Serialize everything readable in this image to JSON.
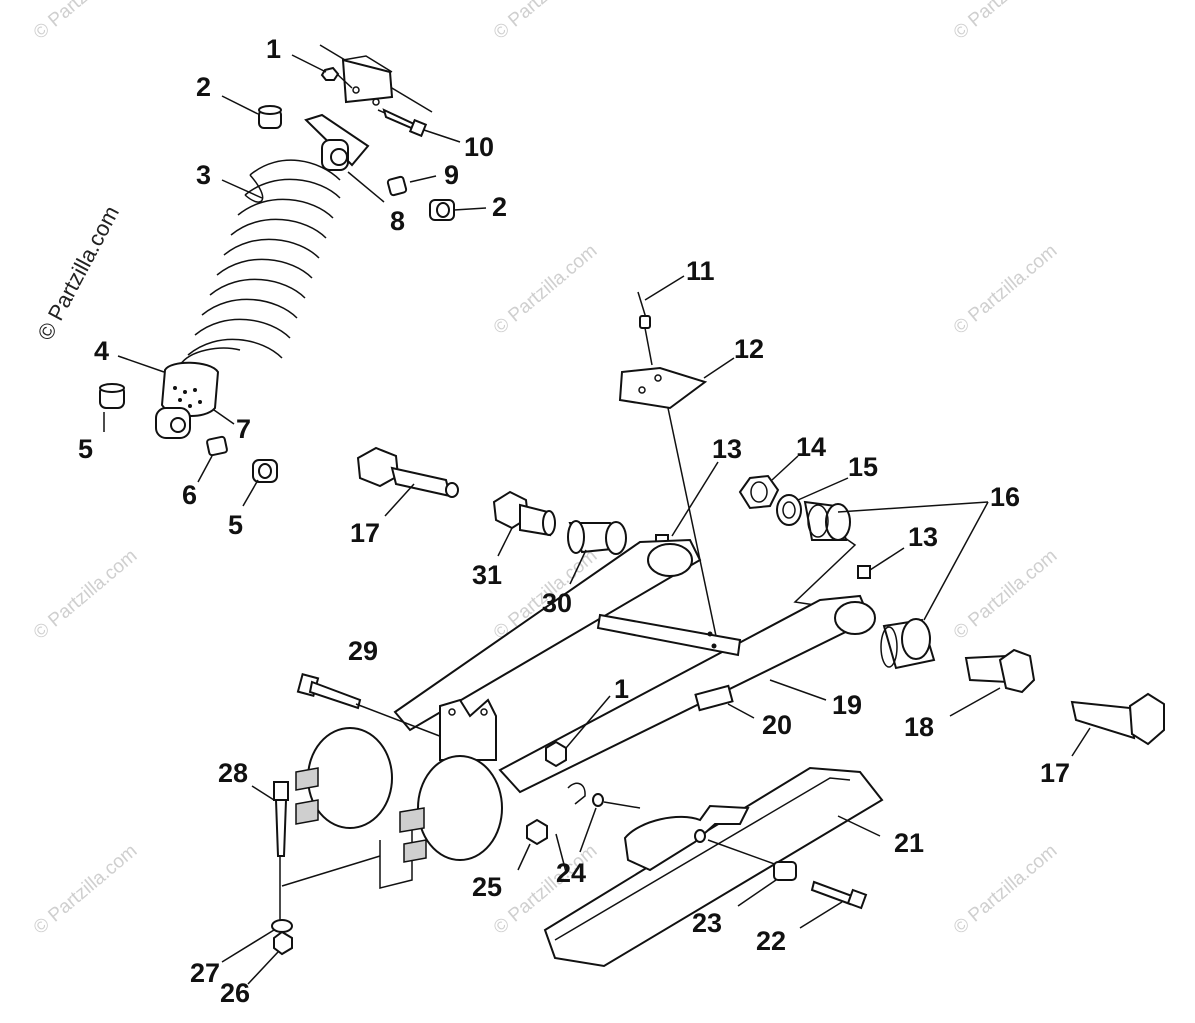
{
  "watermark": {
    "main": "© Partzilla.com",
    "faint": "© Partzilla.com"
  },
  "callouts": [
    {
      "id": "c1a",
      "label": "1"
    },
    {
      "id": "c2a",
      "label": "2"
    },
    {
      "id": "c10",
      "label": "10"
    },
    {
      "id": "c3",
      "label": "3"
    },
    {
      "id": "c9",
      "label": "9"
    },
    {
      "id": "c2b",
      "label": "2"
    },
    {
      "id": "c8",
      "label": "8"
    },
    {
      "id": "c11",
      "label": "11"
    },
    {
      "id": "c12",
      "label": "12"
    },
    {
      "id": "c4",
      "label": "4"
    },
    {
      "id": "c7",
      "label": "7"
    },
    {
      "id": "c5a",
      "label": "5"
    },
    {
      "id": "c6",
      "label": "6"
    },
    {
      "id": "c5b",
      "label": "5"
    },
    {
      "id": "c13a",
      "label": "13"
    },
    {
      "id": "c14",
      "label": "14"
    },
    {
      "id": "c15",
      "label": "15"
    },
    {
      "id": "c16",
      "label": "16"
    },
    {
      "id": "c17a",
      "label": "17"
    },
    {
      "id": "c31",
      "label": "31"
    },
    {
      "id": "c30",
      "label": "30"
    },
    {
      "id": "c13b",
      "label": "13"
    },
    {
      "id": "c29",
      "label": "29"
    },
    {
      "id": "c1b",
      "label": "1"
    },
    {
      "id": "c19",
      "label": "19"
    },
    {
      "id": "c20",
      "label": "20"
    },
    {
      "id": "c18",
      "label": "18"
    },
    {
      "id": "c17b",
      "label": "17"
    },
    {
      "id": "c28",
      "label": "28"
    },
    {
      "id": "c21",
      "label": "21"
    },
    {
      "id": "c25",
      "label": "25"
    },
    {
      "id": "c24",
      "label": "24"
    },
    {
      "id": "c23",
      "label": "23"
    },
    {
      "id": "c22",
      "label": "22"
    },
    {
      "id": "c27",
      "label": "27"
    },
    {
      "id": "c26",
      "label": "26"
    }
  ]
}
